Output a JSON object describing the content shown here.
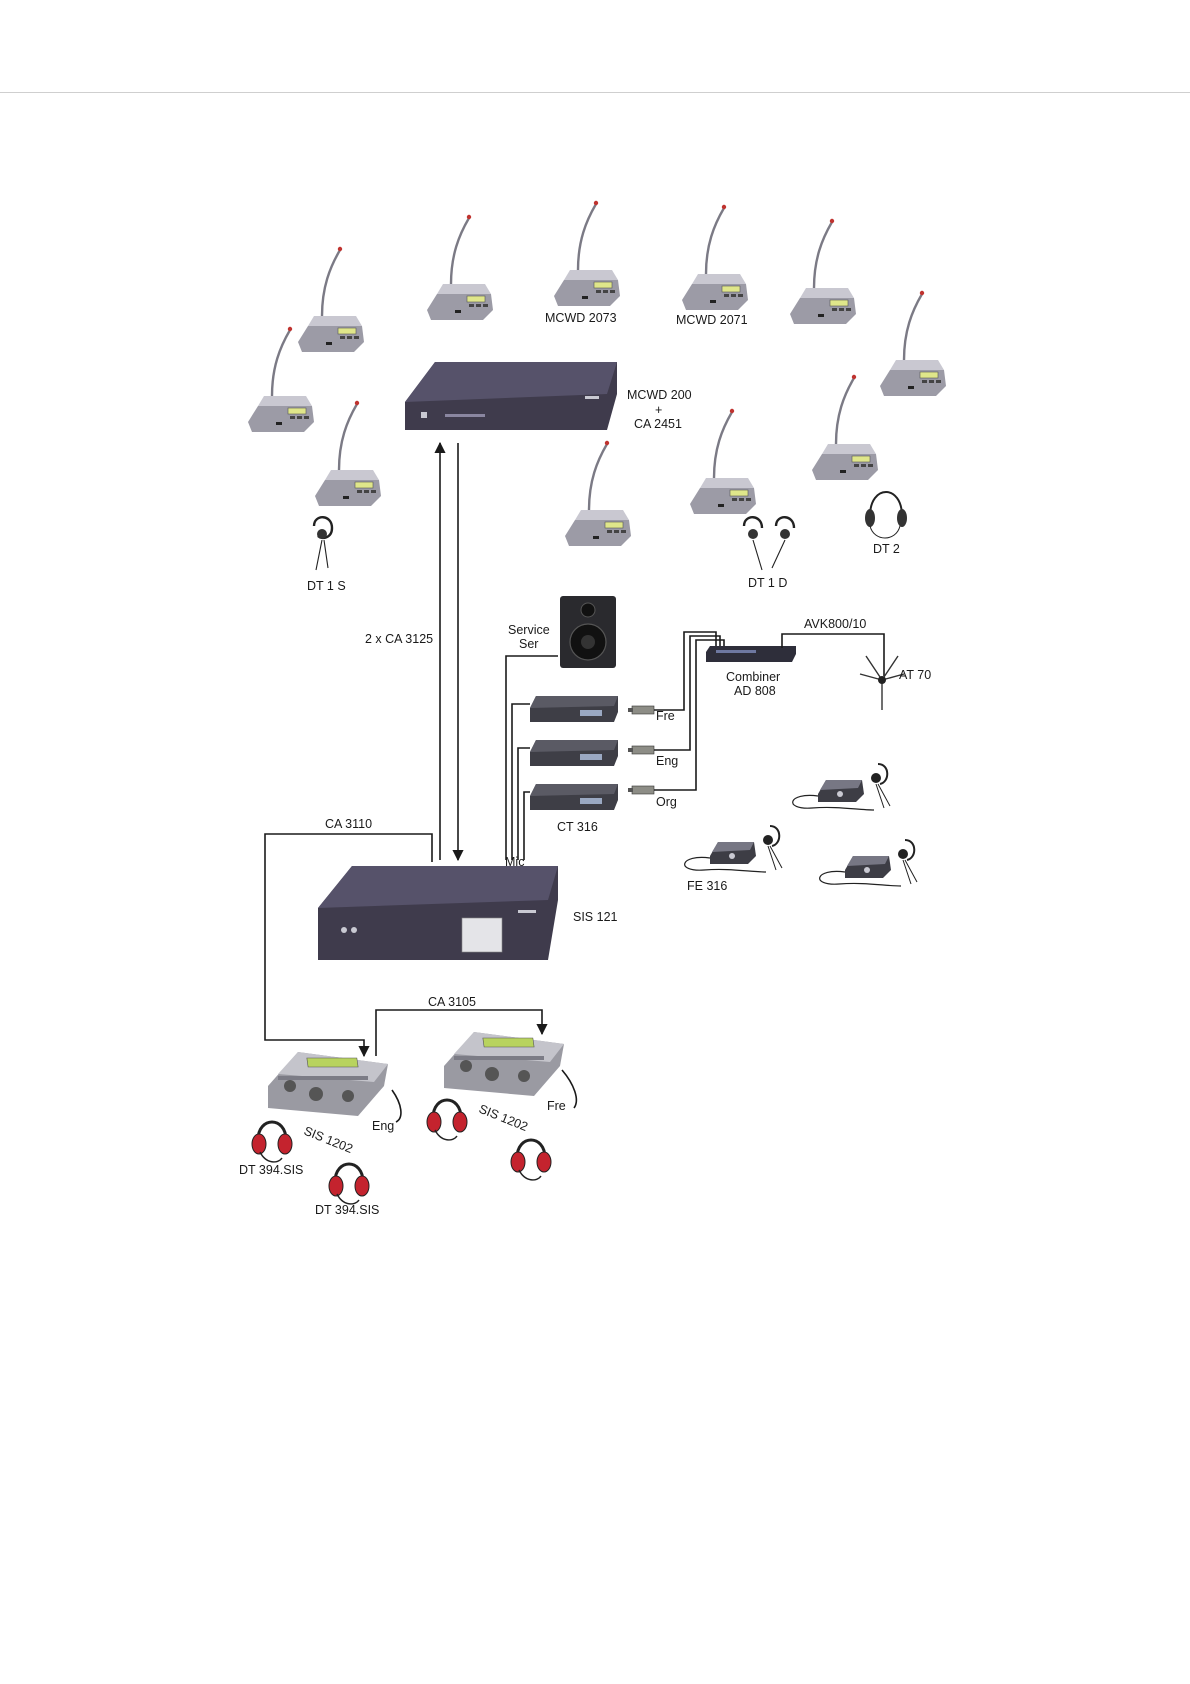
{
  "labels": {
    "mcwd2073": "MCWD 2073",
    "mcwd2071": "MCWD 2071",
    "mcwd200": "MCWD 200",
    "plus": "+",
    "ca2451": "CA 2451",
    "dt1s": "DT 1 S",
    "dt1d": "DT 1 D",
    "dt2": "DT 2",
    "cable_ca3125": "2 x CA 3125",
    "service": "Service",
    "ser": "Ser",
    "avk": "AVK800/10",
    "combiner": "Combiner",
    "ad808": "AD 808",
    "at70": "AT 70",
    "fre": "Fre",
    "eng": "Eng",
    "org": "Org",
    "ct316": "CT 316",
    "fe316": "FE 316",
    "ca3110": "CA 3110",
    "mic": "Mic",
    "sis121": "SIS 121",
    "ca3105": "CA 3105",
    "sis1202_a": "SIS 1202",
    "sis1202_b": "SIS 1202",
    "eng_console": "Eng",
    "fre_console": "Fre",
    "dt394_a": "DT 394.SIS",
    "dt394_b": "DT 394.SIS"
  },
  "colors": {
    "rack": "#3f3b4c",
    "rack_top": "#56526a",
    "mic_base": "#b7b6c0",
    "headphone_red": "#c4232e",
    "line": "#1a1a1a"
  }
}
